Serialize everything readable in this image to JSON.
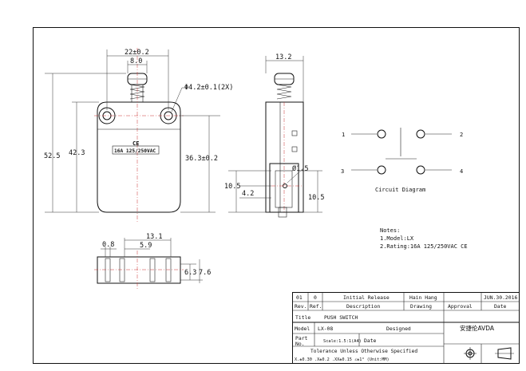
{
  "dimensions": {
    "overall_width": "22±0.2",
    "inner_width": "8.0",
    "plunger_dia": "Φ4.2±0.1(2X)",
    "total_height": "52.5",
    "body_height": "42.3",
    "mount_height": "36.3±0.2",
    "side_width": "13.2",
    "hole_dia": "Ø1.5",
    "side_a": "10.5",
    "side_b": "4.2",
    "side_c": "10.5",
    "bottom_width": "13.1",
    "bottom_gap": "0.8",
    "bottom_inner": "5.9",
    "bottom_h1": "6.3",
    "bottom_h2": "7.6"
  },
  "body_markings": {
    "ce": "CE",
    "rating": "16A 125/250VAC"
  },
  "circuit": {
    "caption": "Circuit Diagram",
    "pins": [
      "1",
      "2",
      "3",
      "4"
    ]
  },
  "notes": {
    "heading": "Notes:",
    "line1": "1.Model:LX",
    "line2": "2.Rating:16A 125/250VAC CE"
  },
  "title_block": {
    "rev_row": {
      "rev": "01",
      "ref": "0",
      "description": "Initial Release",
      "drawing": "Hain Hang",
      "approval": "",
      "date": "JUN.30.2016"
    },
    "headers": {
      "rev": "Rev.",
      "ref": "Ref.",
      "description": "Description",
      "drawing": "Drawing",
      "approval": "Approval",
      "date": "Date"
    },
    "title_label": "Title",
    "title_value": "PUSH SWITCH",
    "model_label": "Model",
    "model_value": "LX-08",
    "designed_label": "Designed",
    "company": "安捷伦AVDA",
    "part_label": "Part",
    "no_label": "No.",
    "scale": "Scale:1.5:1(A4)",
    "date_label": "Date",
    "tolerance_title": "Tolerance Unless Otherwise Specified",
    "tolerance_values": "X.±0.30  .X±0.2  .XX±0.15  ∠±1°  (Unit:MM)"
  }
}
